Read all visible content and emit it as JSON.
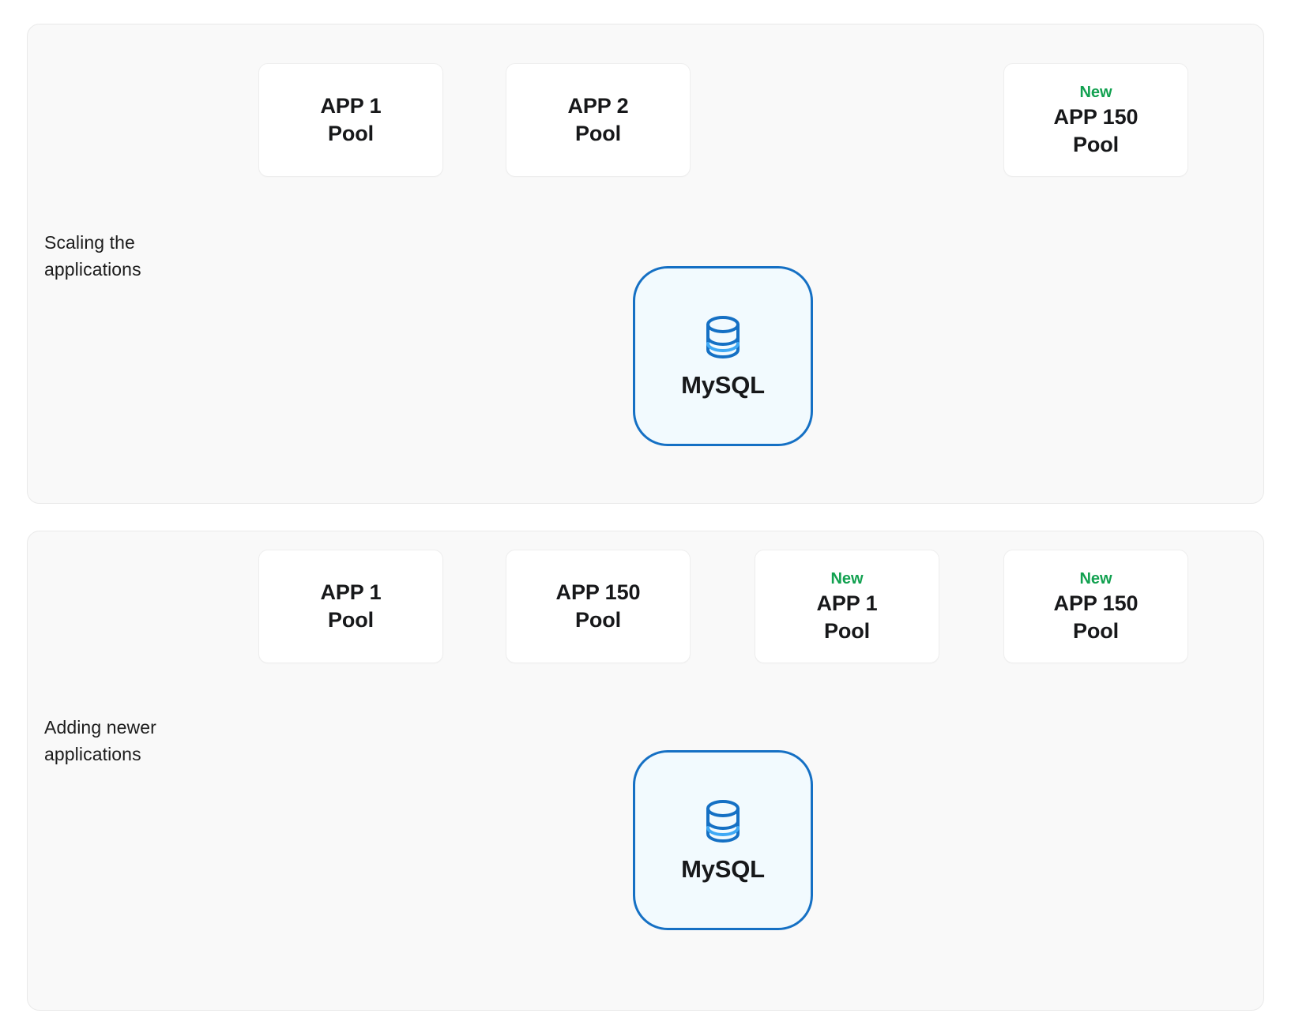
{
  "diagram": {
    "title_a": "Scaling the applications",
    "title_b": "Adding newer applications",
    "colors": {
      "panel_bg": "#f9f9f9",
      "panel_border": "#e9e9e9",
      "box_bg": "#ffffff",
      "box_border": "#eeeeee",
      "new_tag": "#12a150",
      "db_border": "#1570c4",
      "db_fill": "#f2fafe",
      "db_icon_accent": "#3fa9f5",
      "edge": "#222222",
      "text": "#17181a"
    }
  },
  "panels": [
    {
      "name": "scaling",
      "label": "Scaling the\napplications",
      "boxes": [
        {
          "id": "s1",
          "new_tag": "",
          "title": "APP 1\nPool"
        },
        {
          "id": "s2",
          "new_tag": "",
          "title": "APP 2\nPool"
        },
        {
          "id": "s3",
          "new_tag": "New",
          "title": "APP 150\nPool"
        }
      ],
      "database": {
        "label": "MySQL",
        "icon": "database-icon"
      },
      "edges": [
        {
          "from": "s1",
          "to": "database",
          "style": "dashed",
          "arrow": "right"
        },
        {
          "from": "s2",
          "to": "database",
          "style": "dashed",
          "arrow": "down"
        },
        {
          "from": "s3",
          "to": "database",
          "style": "dashed",
          "arrow": "left"
        },
        {
          "from": "s2",
          "to": "s3",
          "style": "dotted",
          "arrow": "none"
        }
      ]
    },
    {
      "name": "adding",
      "label": "Adding newer\napplications",
      "boxes": [
        {
          "id": "a1",
          "new_tag": "",
          "title": "APP 1\nPool"
        },
        {
          "id": "a2",
          "new_tag": "",
          "title": "APP 150\nPool"
        },
        {
          "id": "a3",
          "new_tag": "New",
          "title": "APP 1\nPool"
        },
        {
          "id": "a4",
          "new_tag": "New",
          "title": "APP 150\nPool"
        }
      ],
      "database": {
        "label": "MySQL",
        "icon": "database-icon"
      },
      "edges": [
        {
          "from": "a1",
          "to": "database",
          "style": "dashed",
          "arrow": "right"
        },
        {
          "from": "a2",
          "to": "database",
          "style": "dashed",
          "arrow": "down"
        },
        {
          "from": "a3",
          "to": "database",
          "style": "dashed",
          "arrow": "down"
        },
        {
          "from": "a4",
          "to": "database",
          "style": "dashed",
          "arrow": "left"
        },
        {
          "from": "a1",
          "to": "a2",
          "style": "dotted",
          "arrow": "none"
        },
        {
          "from": "a3",
          "to": "a4",
          "style": "dotted",
          "arrow": "none"
        }
      ]
    }
  ]
}
